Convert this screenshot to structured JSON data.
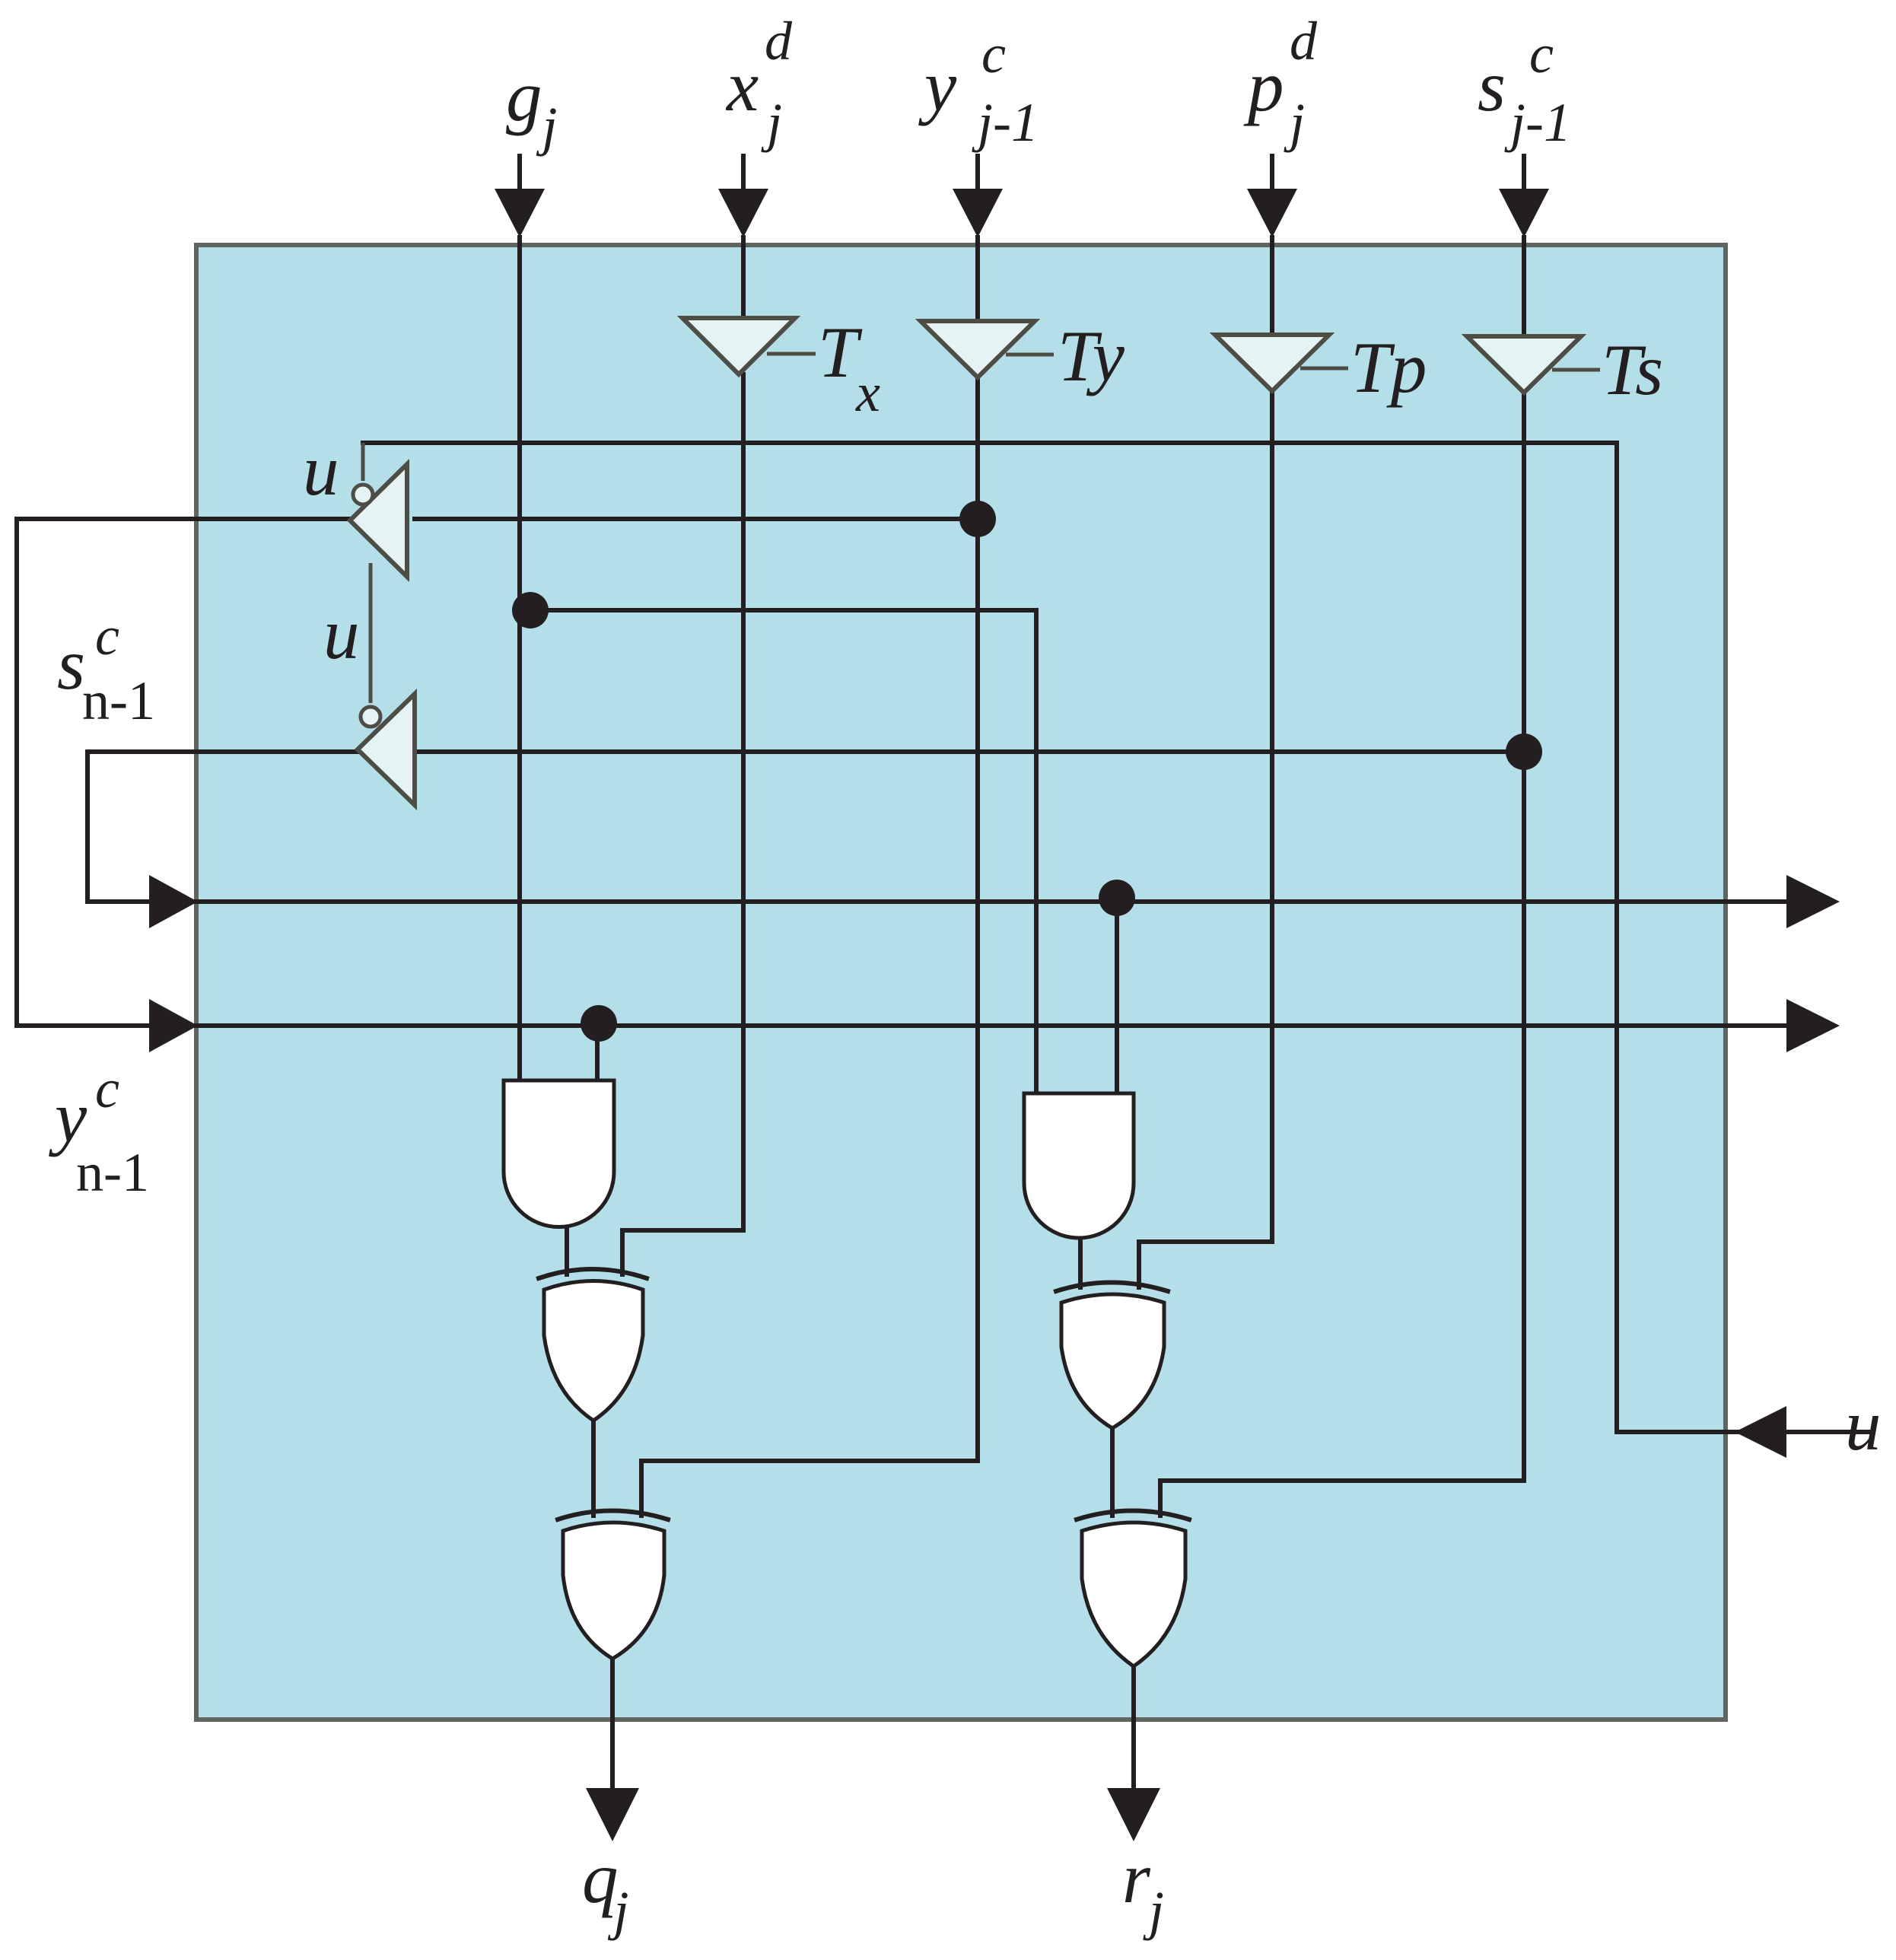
{
  "inputs_top": [
    {
      "symbol": "g",
      "sub": "j",
      "sup": ""
    },
    {
      "symbol": "x",
      "sub": "j",
      "sup": "d"
    },
    {
      "symbol": "y",
      "sub": "j-1",
      "sup": "c"
    },
    {
      "symbol": "p",
      "sub": "j",
      "sup": "d"
    },
    {
      "symbol": "s",
      "sub": "j-1",
      "sup": "c"
    }
  ],
  "buffers": [
    {
      "name": "T",
      "sub": "x"
    },
    {
      "name": "Ty",
      "sub": ""
    },
    {
      "name": "Tp",
      "sub": ""
    },
    {
      "name": "Ts",
      "sub": ""
    }
  ],
  "control": {
    "u": "u"
  },
  "side_inputs": [
    {
      "symbol": "s",
      "sub": "n-1",
      "sup": "c"
    },
    {
      "symbol": "y",
      "sub": "n-1",
      "sup": "c"
    }
  ],
  "outputs_bottom": [
    {
      "symbol": "q",
      "sub": "j"
    },
    {
      "symbol": "r",
      "sub": "j"
    }
  ],
  "colors": {
    "cell_fill": "#b5dfe8",
    "cell_border": "#60665f",
    "wire": "#231f20",
    "buffer_fill": "#e6f3f5",
    "gate_fill": "#ffffff"
  }
}
